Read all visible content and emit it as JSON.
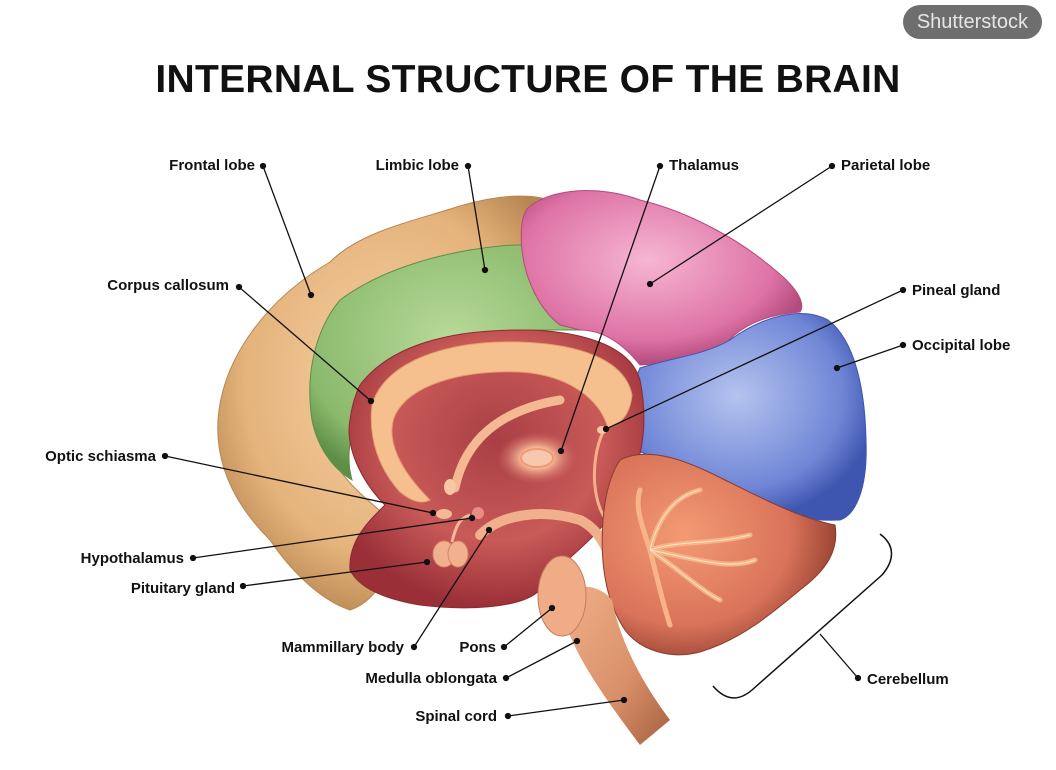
{
  "watermark": "Shutterstock",
  "title": "INTERNAL STRUCTURE OF THE BRAIN",
  "labels": {
    "frontal_lobe": "Frontal lobe",
    "limbic_lobe": "Limbic lobe",
    "thalamus": "Thalamus",
    "parietal_lobe": "Parietal lobe",
    "corpus_callosum": "Corpus callosum",
    "pineal_gland": "Pineal gland",
    "occipital_lobe": "Occipital lobe",
    "optic_schiasma": "Optic schiasma",
    "hypothalamus": "Hypothalamus",
    "pituitary_gland": "Pituitary gland",
    "mammillary_body": "Mammillary body",
    "pons": "Pons",
    "medulla_oblongata": "Medulla oblongata",
    "spinal_cord": "Spinal cord",
    "cerebellum": "Cerebellum"
  },
  "colors": {
    "frontal_lobe": "#e8b981",
    "limbic_lobe": "#8fbf72",
    "parietal_lobe": "#e27aaa",
    "occipital_lobe": "#6f86d6",
    "inner_brain": "#c85a57",
    "corpus_callosum": "#f6c08e",
    "cerebellum": "#d9735a",
    "brainstem": "#d9906a"
  }
}
